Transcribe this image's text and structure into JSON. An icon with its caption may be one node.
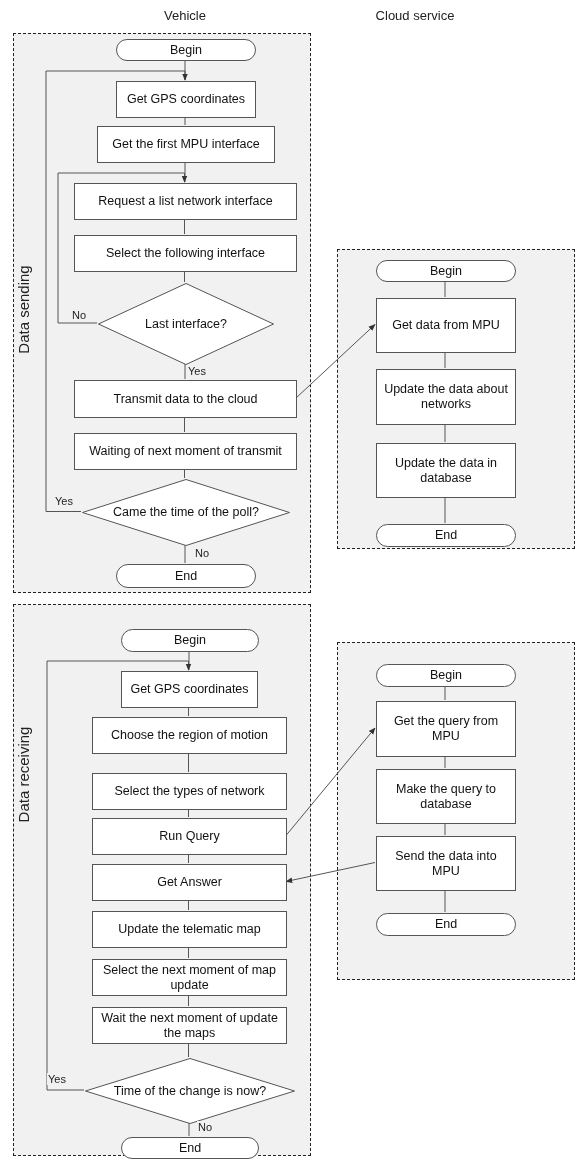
{
  "diagram": {
    "nodes": [
      {
        "text": [
          "Data sending"
        ]
      },
      {
        "text": [
          "Begin"
        ],
        "in": 0
      },
      {
        "text": [
          "Get GPS coordinates"
        ],
        "in": 0
      },
      {
        "text": [
          "Get the first MPU interface"
        ],
        "in": 0
      },
      {
        "text": [
          "Request a list network interface"
        ],
        "in": 0
      },
      {
        "text": [
          "Select the following interface"
        ],
        "in": 0
      },
      {
        "text": [
          "Last interface?"
        ],
        "in": 0
      },
      {
        "text": [
          "Transmit data to the cloud"
        ],
        "in": 0
      },
      {
        "text": [
          "Waiting of next moment of transmit"
        ],
        "in": 0
      },
      {
        "text": [
          "Came the time of the poll?"
        ],
        "in": 0
      },
      {
        "text": [
          "End"
        ],
        "in": 0
      },
      {
        "text": [],
        "shape": "box"
      },
      {
        "text": [
          "Begin"
        ],
        "in": 11
      },
      {
        "text": [
          "Get data from MPU"
        ],
        "in": 11
      },
      {
        "text": [
          "Update the data about networks"
        ],
        "in": 11
      },
      {
        "text": [
          "Update the data in database"
        ],
        "in": 11
      },
      {
        "text": [
          "End"
        ],
        "in": 11
      },
      {
        "text": [
          "Data receiving"
        ]
      },
      {
        "text": [
          "Begin"
        ],
        "in": 17
      },
      {
        "text": [
          "Get GPS coordinates"
        ],
        "in": 17
      },
      {
        "text": [
          "Choose the region of motion"
        ],
        "in": 17
      },
      {
        "text": [
          "Select the types of network"
        ],
        "in": 17
      },
      {
        "text": [
          "Run Query"
        ],
        "in": 17
      },
      {
        "text": [
          "Get Answer"
        ],
        "in": 17
      },
      {
        "text": [
          "Update the telematic map"
        ],
        "in": 17
      },
      {
        "text": [
          "Select the next moment of map update"
        ],
        "in": 17
      },
      {
        "text": [
          "Wait the next moment of update the maps"
        ],
        "in": 17
      },
      {
        "text": [
          "Time of the change is now?"
        ],
        "in": 17
      },
      {
        "text": [
          "End"
        ],
        "in": 17
      },
      {
        "text": [],
        "shape": "box"
      },
      {
        "text": [
          "Begin"
        ],
        "in": 29
      },
      {
        "text": [
          "Get the query from MPU"
        ],
        "in": 29
      },
      {
        "text": [
          "Make the query to database"
        ],
        "in": 29
      },
      {
        "text": [
          "Send the data into MPU"
        ],
        "in": 29
      },
      {
        "text": [
          "End"
        ],
        "in": 29
      }
    ],
    "edges": [
      {
        "from": 1,
        "to": 2,
        "arrow": "none"
      },
      {
        "from": 2,
        "to": 3,
        "arrow": "none"
      },
      {
        "from": 3,
        "to": 4,
        "arrow": "none"
      },
      {
        "from": 4,
        "to": 5,
        "arrow": "none"
      },
      {
        "from": 5,
        "to": 6,
        "arrow": "none"
      },
      {
        "from": 6,
        "to": 7,
        "arrow": "none",
        "label": "Yes"
      },
      {
        "from": 6,
        "to": 4,
        "arrow": "to",
        "label": "No"
      },
      {
        "from": 7,
        "to": 8,
        "arrow": "none"
      },
      {
        "from": 8,
        "to": 9,
        "arrow": "none"
      },
      {
        "from": 9,
        "to": 2,
        "arrow": "to",
        "label": "Yes"
      },
      {
        "from": 9,
        "to": 10,
        "arrow": "none",
        "label": "No"
      },
      {
        "from": 7,
        "to": 13,
        "arrow": "to"
      },
      {
        "from": 12,
        "to": 13,
        "arrow": "none"
      },
      {
        "from": 13,
        "to": 14,
        "arrow": "none"
      },
      {
        "from": 14,
        "to": 15,
        "arrow": "none"
      },
      {
        "from": 15,
        "to": 16,
        "arrow": "none"
      },
      {
        "from": 18,
        "to": 19,
        "arrow": "none"
      },
      {
        "from": 19,
        "to": 20,
        "arrow": "none"
      },
      {
        "from": 20,
        "to": 21,
        "arrow": "none"
      },
      {
        "from": 21,
        "to": 22,
        "arrow": "none"
      },
      {
        "from": 22,
        "to": 23,
        "arrow": "none"
      },
      {
        "from": 23,
        "to": 24,
        "arrow": "none"
      },
      {
        "from": 24,
        "to": 25,
        "arrow": "none"
      },
      {
        "from": 25,
        "to": 26,
        "arrow": "none"
      },
      {
        "from": 26,
        "to": 27,
        "arrow": "none"
      },
      {
        "from": 27,
        "to": 28,
        "arrow": "none",
        "label": "No"
      },
      {
        "from": 27,
        "to": 19,
        "arrow": "to",
        "label": "Yes"
      },
      {
        "from": 22,
        "to": 31,
        "arrow": "to"
      },
      {
        "from": 33,
        "to": 23,
        "arrow": "to"
      },
      {
        "from": 30,
        "to": 31,
        "arrow": "none"
      },
      {
        "from": 31,
        "to": 32,
        "arrow": "none"
      },
      {
        "from": 32,
        "to": 33,
        "arrow": "none"
      },
      {
        "from": 33,
        "to": 34,
        "arrow": "none"
      }
    ],
    "labels": [
      "Vehicle",
      "Cloud service"
    ]
  }
}
